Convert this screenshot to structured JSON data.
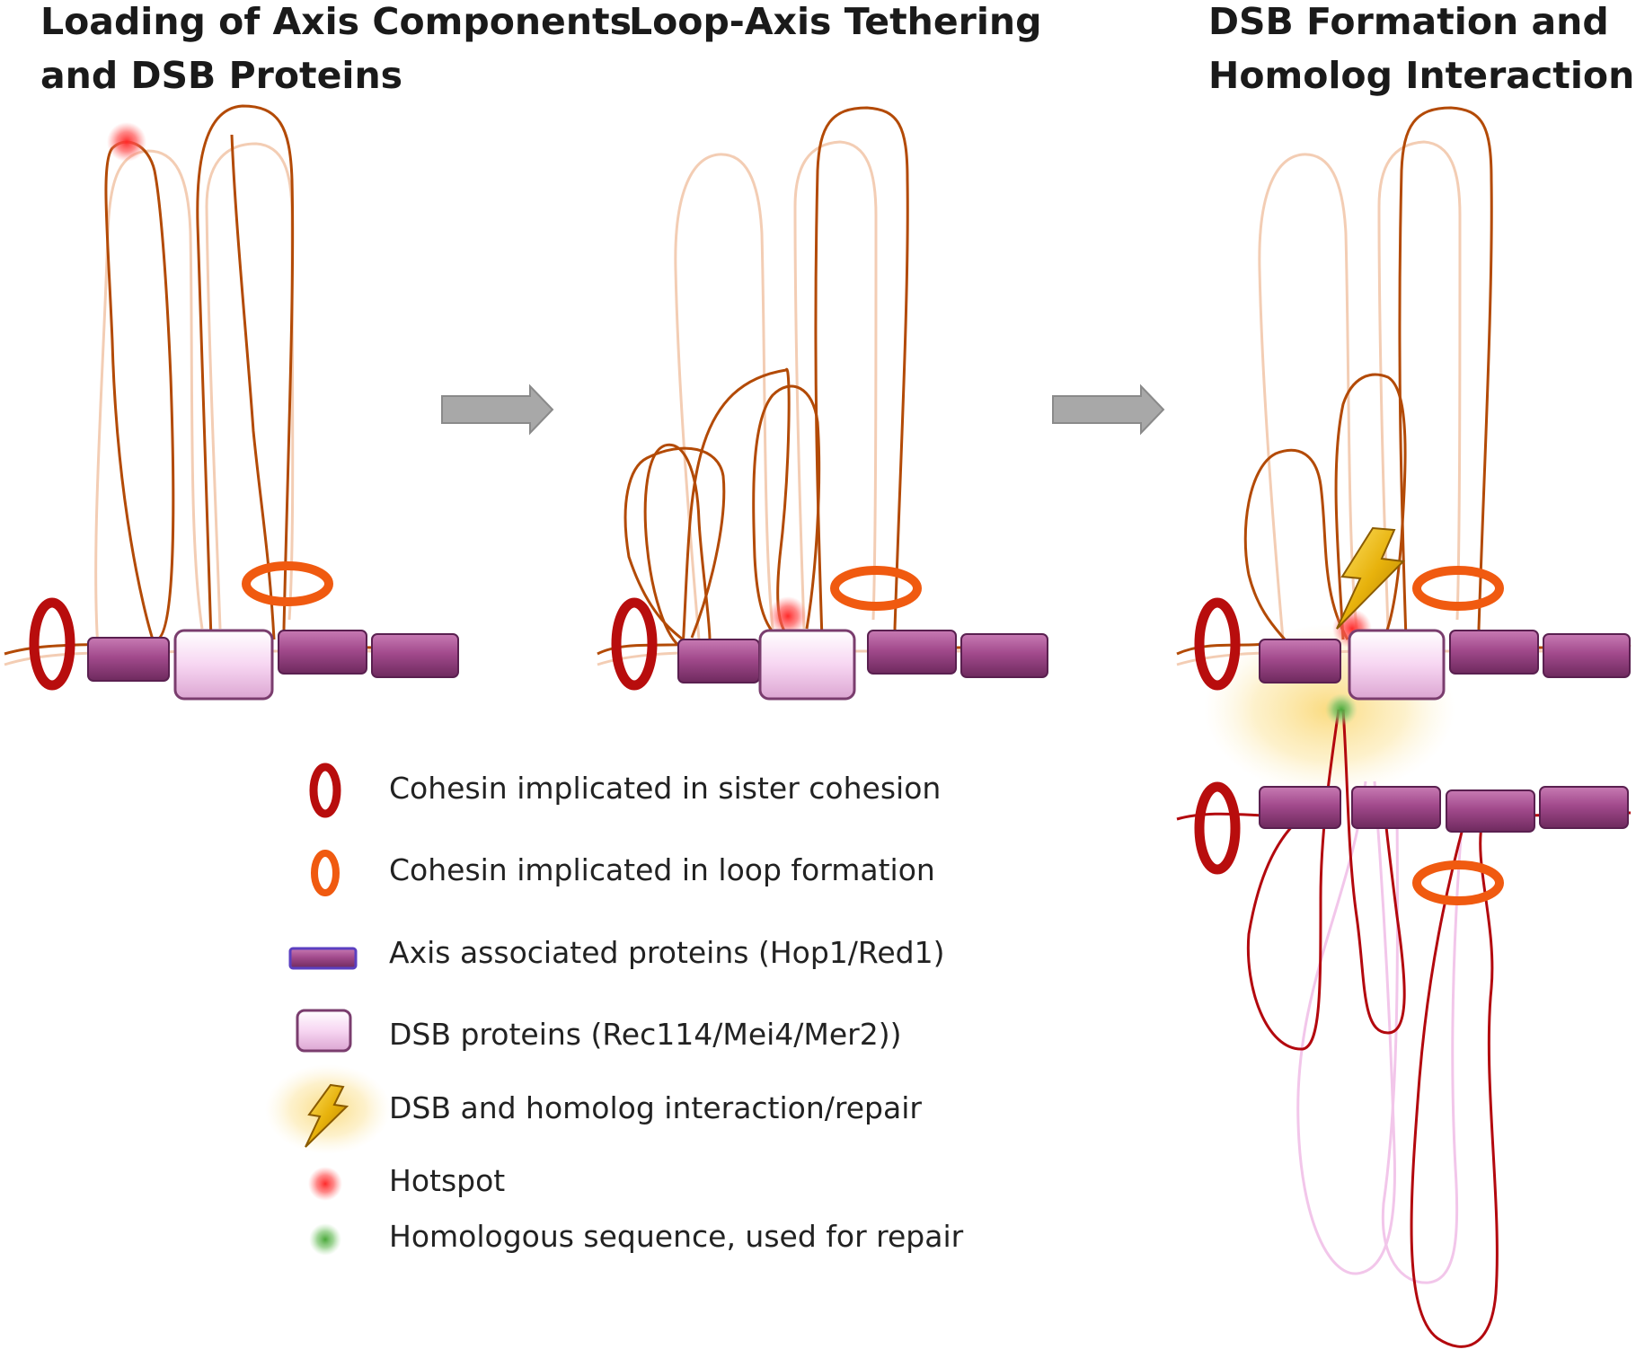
{
  "panels": [
    {
      "title_line1": "Loading of Axis Components",
      "title_line2": "and DSB Proteins"
    },
    {
      "title_line1": "Loop-Axis Tethering",
      "title_line2": ""
    },
    {
      "title_line1": "DSB Formation and",
      "title_line2": "Homolog Interaction"
    }
  ],
  "legend": {
    "cohesin_sister": "Cohesin implicated in sister cohesion",
    "cohesin_loop": "Cohesin implicated in loop formation",
    "axis_proteins": "Axis associated proteins (Hop1/Red1)",
    "dsb_proteins": "DSB proteins (Rec114/Mei4/Mer2))",
    "dsb_interaction": "DSB  and homolog  interaction/repair",
    "hotspot": "Hotspot",
    "homologous": "Homologous  sequence, used for repair"
  },
  "colors": {
    "chromatin": "#b34a06",
    "chromatin_faint": "#f3cdb4",
    "homolog_chromatin": "#b3080e",
    "homolog_faint": "#f2c6ea",
    "cohesin_sister": "#b80d0d",
    "cohesin_loop": "#f05a10",
    "axis_protein": "#a24a8c",
    "dsb_protein": "#f7d6f2",
    "hotspot": "#ff2a2a",
    "homologous": "#5fb24a",
    "glow": "#f9cf55",
    "arrow": "#a8a8a8"
  },
  "icons": [
    "cohesin-ring-icon",
    "axis-protein-icon",
    "dsb-protein-icon",
    "lightning-bolt-icon",
    "hotspot-dot-icon",
    "homolog-dot-icon",
    "process-arrow-icon"
  ]
}
